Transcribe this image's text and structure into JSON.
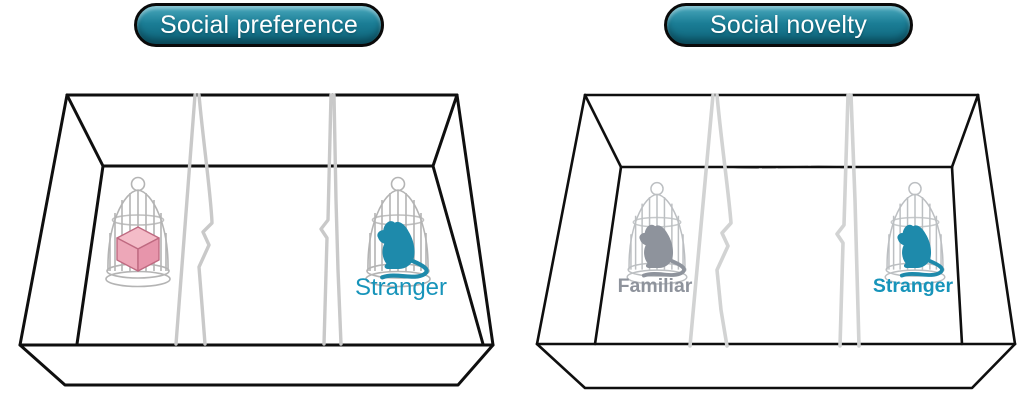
{
  "figure": {
    "description": "Three-chamber social behavior test diagram with two phases",
    "panels": [
      {
        "badge": "Social preference",
        "chambers": {
          "left_cage": {
            "contains": "novel-object-cube",
            "label": ""
          },
          "right_cage": {
            "contains": "stranger-rat",
            "label": "Stranger"
          }
        }
      },
      {
        "badge": "Social novelty",
        "chambers": {
          "left_cage": {
            "contains": "familiar-rat",
            "label": "Familiar"
          },
          "right_cage": {
            "contains": "stranger-rat",
            "label": "Stranger"
          }
        }
      }
    ]
  },
  "colors": {
    "box_line": "#0f0f0f",
    "partition": "#c9c9c9",
    "partition_b": "#d2d3d3",
    "cage": "#b4b4b4",
    "cage_b": "#bcbfc2",
    "teal_rat": "#1e8aab",
    "teal_label": "#1794ba",
    "gray_rat": "#8e939c",
    "gray_label": "#8e939c",
    "badge_top": "#4aa9bd",
    "badge_mid": "#1b7e96",
    "badge_bottom": "#0d6177",
    "badge_border": "#0a0a0a",
    "badge_text": "#ffffff",
    "cube_top": "#f4bcc8",
    "cube_left": "#eda7b8",
    "cube_right": "#e795ab",
    "cube_edge": "#bf6a81"
  }
}
